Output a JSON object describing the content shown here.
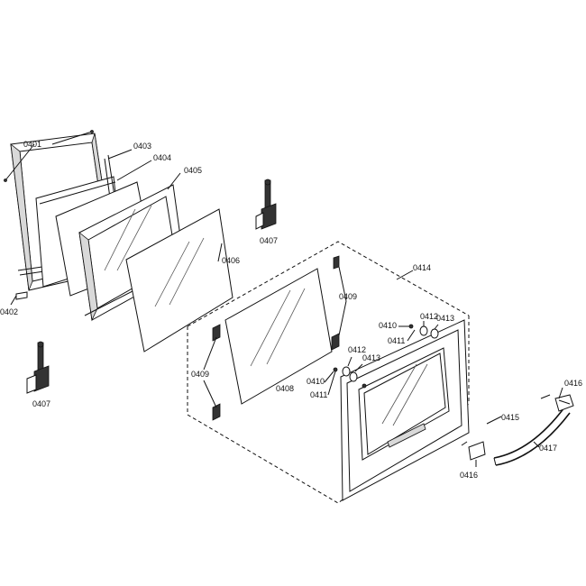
{
  "labels": {
    "p0401": "0401",
    "p0402": "0402",
    "p0403": "0403",
    "p0404": "0404",
    "p0405": "0405",
    "p0406": "0406",
    "p0407_top": "0407",
    "p0407_left": "0407",
    "p0408": "0408",
    "p0409_right": "0409",
    "p0409_left": "0409",
    "p0410_top": "0410",
    "p0410_mid": "0410",
    "p0411_top": "0411",
    "p0411_mid": "0411",
    "p0412_top": "0412",
    "p0412_mid": "0412",
    "p0413_top": "0413",
    "p0413_mid": "0413",
    "p0414": "0414",
    "p0415": "0415",
    "p0416_right": "0416",
    "p0416_bottom": "0416",
    "p0417": "0417"
  }
}
